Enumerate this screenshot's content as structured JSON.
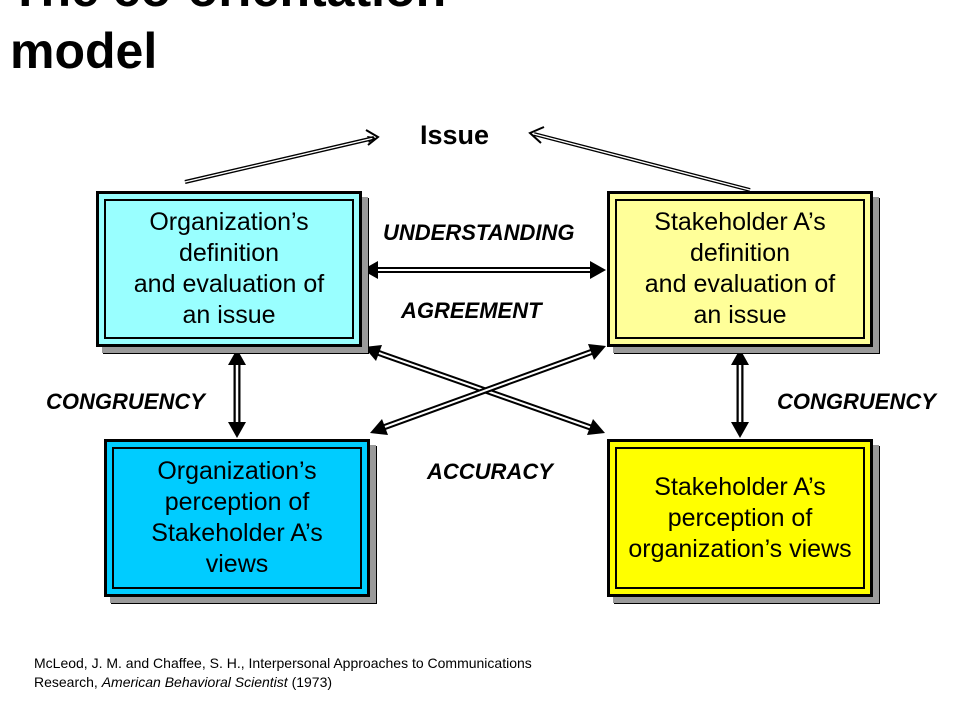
{
  "title": {
    "line1": "The co-orientation",
    "line2": "model"
  },
  "issue_label": "Issue",
  "boxes": {
    "org_definition": {
      "lines": [
        "Organization’s",
        "definition",
        "and evaluation of",
        "an issue"
      ],
      "fill": "#99ffff"
    },
    "stakeholder_definition": {
      "lines": [
        "Stakeholder A’s",
        "definition",
        "and evaluation of",
        "an issue"
      ],
      "fill": "#ffff99"
    },
    "org_perception": {
      "lines": [
        "Organization’s",
        "perception of",
        "Stakeholder A’s",
        "views"
      ],
      "fill": "#00ccff"
    },
    "stakeholder_perception": {
      "lines": [
        "Stakeholder A’s",
        "perception of",
        "organization’s views"
      ],
      "fill": "#ffff00"
    }
  },
  "relations": {
    "understanding": "UNDERSTANDING",
    "agreement": "AGREEMENT",
    "accuracy": "ACCURACY",
    "congruency_left": "CONGRUENCY",
    "congruency_right": "CONGRUENCY"
  },
  "citation": {
    "line1": "McLeod, J. M. and Chaffee, S. H., Interpersonal Approaches to Communications",
    "line2_plain_start": "Research, ",
    "line2_italic": "American Behavioral Scientist",
    "line2_plain_end": " (1973)"
  }
}
